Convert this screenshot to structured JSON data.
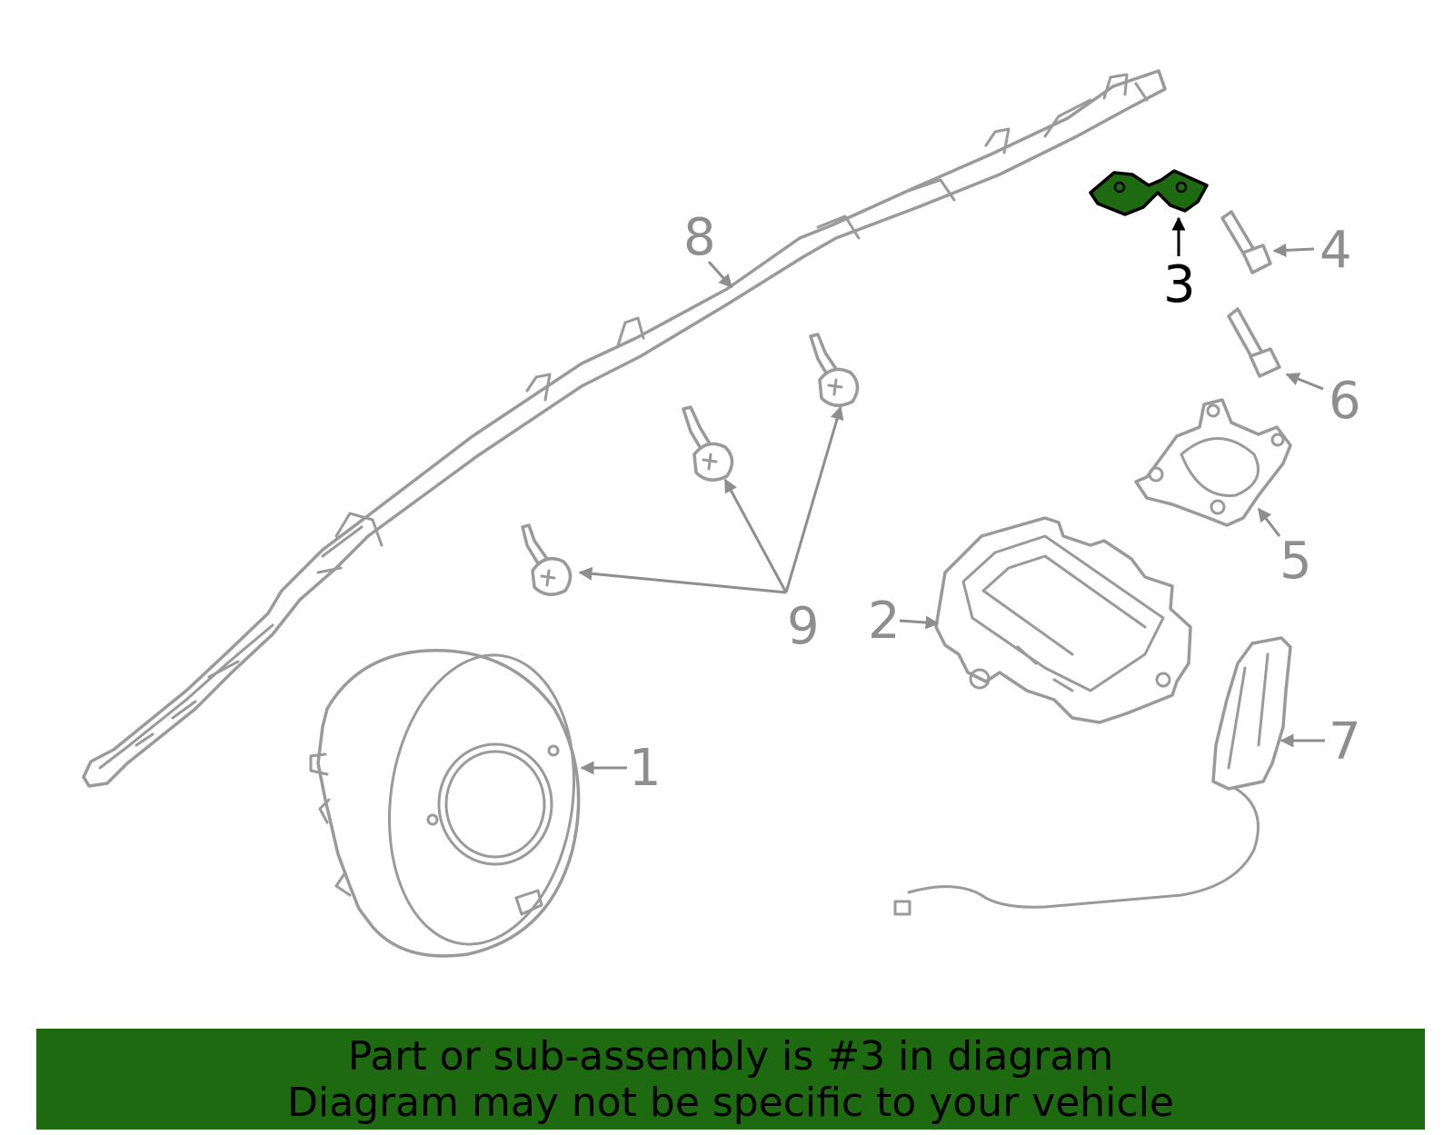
{
  "callouts": {
    "c1": "1",
    "c2": "2",
    "c3": "3",
    "c4": "4",
    "c5": "5",
    "c6": "6",
    "c7": "7",
    "c8": "8",
    "c9": "9"
  },
  "highlighted_part": "3",
  "colors": {
    "highlight": "#1d6a10",
    "banner": "#1d6a10",
    "part_line": "#9a9a9a",
    "callout_text": "#8e8e8e"
  },
  "banner": {
    "line1": "Part or sub-assembly is #3 in diagram",
    "line2": "Diagram may not be specific to your vehicle"
  }
}
